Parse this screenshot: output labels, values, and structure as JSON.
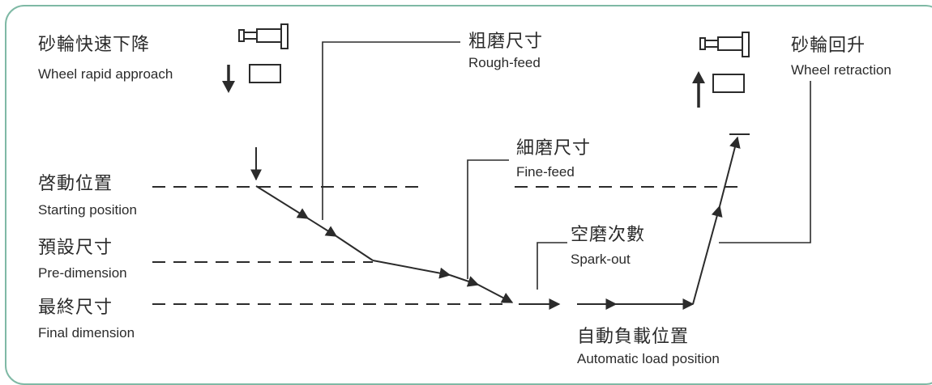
{
  "labels": {
    "wheel_rapid_approach": {
      "zh": "砂輪快速下降",
      "en": "Wheel rapid approach"
    },
    "rough_feed": {
      "zh": "粗磨尺寸",
      "en": "Rough-feed"
    },
    "wheel_retraction": {
      "zh": "砂輪回升",
      "en": "Wheel retraction"
    },
    "fine_feed": {
      "zh": "細磨尺寸",
      "en": "Fine-feed"
    },
    "starting_position": {
      "zh": "啓動位置",
      "en": "Starting position"
    },
    "spark_out": {
      "zh": "空磨次數",
      "en": "Spark-out"
    },
    "pre_dimension": {
      "zh": "預設尺寸",
      "en": "Pre-dimension"
    },
    "final_dimension": {
      "zh": "最終尺寸",
      "en": "Final dimension"
    },
    "automatic_load_position": {
      "zh": "自動負載位置",
      "en": "Automatic load position"
    }
  },
  "colors": {
    "border": "#7fb9a5",
    "line": "#2b2b2b",
    "text": "#2b2b2b"
  }
}
